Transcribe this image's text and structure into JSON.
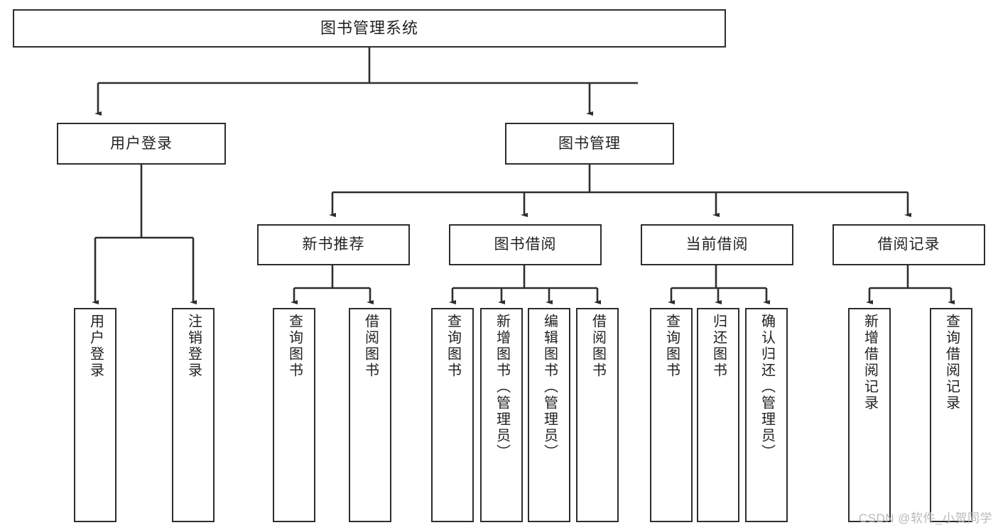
{
  "diagram": {
    "title": "图书管理系统",
    "type": "hierarchy-tree",
    "levels": 4,
    "root": {
      "label": "图书管理系统"
    },
    "level2": [
      {
        "label": "用户登录"
      },
      {
        "label": "图书管理"
      }
    ],
    "level3": [
      {
        "label": "新书推荐"
      },
      {
        "label": "图书借阅"
      },
      {
        "label": "当前借阅"
      },
      {
        "label": "借阅记录"
      }
    ],
    "leaves": {
      "user_login": [
        {
          "label": "用户登录"
        },
        {
          "label": "注销登录"
        }
      ],
      "new_book_recommend": [
        {
          "label": "查询图书"
        },
        {
          "label": "借阅图书"
        }
      ],
      "book_borrow": [
        {
          "label": "查询图书"
        },
        {
          "label": "新增图书（管理员）"
        },
        {
          "label": "编辑图书（管理员）"
        },
        {
          "label": "借阅图书"
        }
      ],
      "current_borrow": [
        {
          "label": "查询图书"
        },
        {
          "label": "归还图书"
        },
        {
          "label": "确认归还（管理员）"
        }
      ],
      "borrow_record": [
        {
          "label": "新增借阅记录"
        },
        {
          "label": "查询借阅记录"
        }
      ]
    }
  },
  "watermark": {
    "text": "CSDN @软件_小贺同学"
  },
  "colors": {
    "border": "#2e2e2e",
    "background": "#ffffff",
    "text": "#222222",
    "watermark": "#b9b9b9"
  }
}
